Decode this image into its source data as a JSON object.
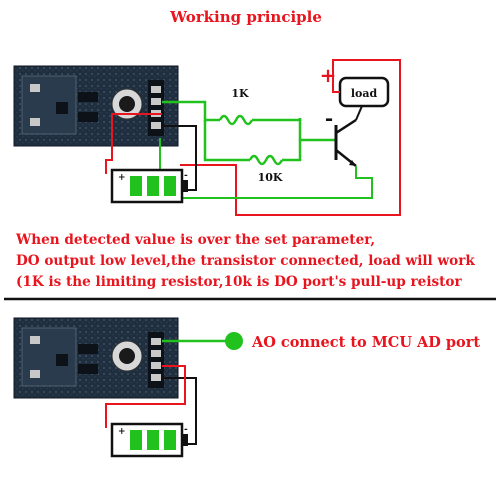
{
  "title": "Working principle",
  "labels": {
    "r1": "1K",
    "r2": "10K",
    "load": "load",
    "plus": "+",
    "minus": "-",
    "ao_note": "AO connect to MCU AD port"
  },
  "description": [
    "When detected value is over the set parameter,",
    "DO output low level,the transistor connected, load will work",
    "(1K is the limiting resistor,10k is DO port's pull-up reistor"
  ],
  "colors": {
    "title": "#e8141e",
    "text": "#e8141e",
    "ao_text": "#e8141e",
    "wire_red": "#e8141e",
    "wire_green": "#22c21e",
    "wire_black": "#111111",
    "battery_cell": "#22c21e",
    "divider": "#111111",
    "pcb": "#1e2d3c"
  }
}
